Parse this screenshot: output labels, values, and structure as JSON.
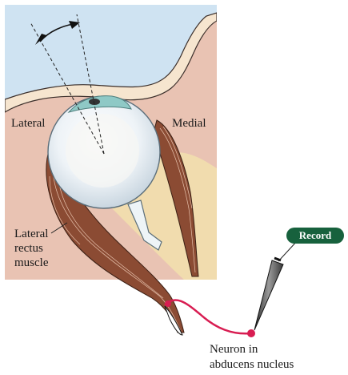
{
  "labels": {
    "lateral": "Lateral",
    "medial": "Medial",
    "muscle_line1": "Lateral",
    "muscle_line2": "rectus",
    "muscle_line3": "muscle",
    "neuron_line1": "Neuron in",
    "neuron_line2": "abducens nucleus"
  },
  "record_button": {
    "label": "Record"
  },
  "colors": {
    "sky": "#cfe3f2",
    "tissue": "#e9c3b3",
    "bone": "#f6e5cf",
    "fat": "#f1dcae",
    "muscle": "#8b4b33",
    "eye": "#f2f6f9",
    "cornea": "#8fc9c6",
    "nerve": "#d81d52",
    "record_green": "#17613d"
  },
  "icons": {
    "rotation_arrow": "double-headed-arc-arrow",
    "electrode": "recording-electrode"
  }
}
